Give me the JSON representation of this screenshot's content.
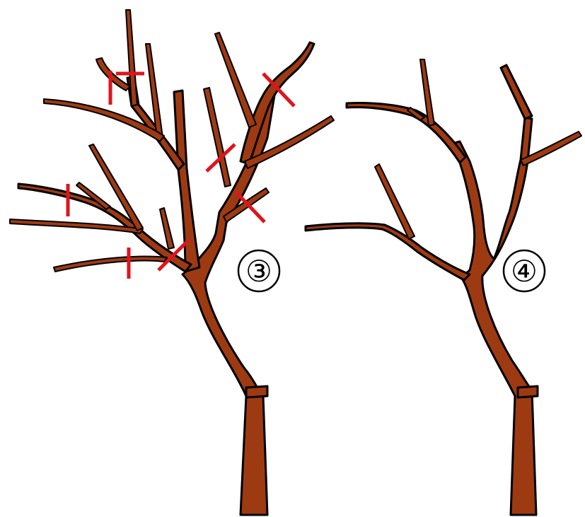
{
  "figures": [
    {
      "id": "before",
      "step_label": "③",
      "has_cut_marks": true
    },
    {
      "id": "after",
      "step_label": "④",
      "has_cut_marks": false
    }
  ],
  "colors": {
    "bark": "#9e3a12",
    "outline": "#000000",
    "cut_mark": "#e0141c",
    "background": "#ffffff"
  }
}
